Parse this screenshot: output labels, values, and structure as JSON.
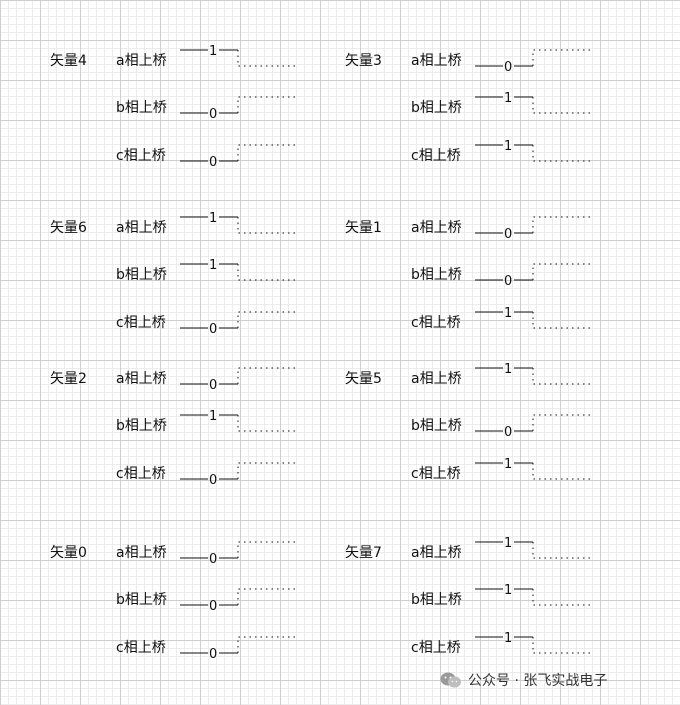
{
  "groups": [
    {
      "vector": "矢量4",
      "phases": [
        {
          "label": "a相上桥",
          "value": "1"
        },
        {
          "label": "b相上桥",
          "value": "0"
        },
        {
          "label": "c相上桥",
          "value": "0"
        }
      ]
    },
    {
      "vector": "矢量3",
      "phases": [
        {
          "label": "a相上桥",
          "value": "0"
        },
        {
          "label": "b相上桥",
          "value": "1"
        },
        {
          "label": "c相上桥",
          "value": "1"
        }
      ]
    },
    {
      "vector": "矢量6",
      "phases": [
        {
          "label": "a相上桥",
          "value": "1"
        },
        {
          "label": "b相上桥",
          "value": "1"
        },
        {
          "label": "c相上桥",
          "value": "0"
        }
      ]
    },
    {
      "vector": "矢量1",
      "phases": [
        {
          "label": "a相上桥",
          "value": "0"
        },
        {
          "label": "b相上桥",
          "value": "0"
        },
        {
          "label": "c相上桥",
          "value": "1"
        }
      ]
    },
    {
      "vector": "矢量2",
      "phases": [
        {
          "label": "a相上桥",
          "value": "0"
        },
        {
          "label": "b相上桥",
          "value": "1"
        },
        {
          "label": "c相上桥",
          "value": "0"
        }
      ]
    },
    {
      "vector": "矢量5",
      "phases": [
        {
          "label": "a相上桥",
          "value": "1"
        },
        {
          "label": "b相上桥",
          "value": "0"
        },
        {
          "label": "c相上桥",
          "value": "1"
        }
      ]
    },
    {
      "vector": "矢量0",
      "phases": [
        {
          "label": "a相上桥",
          "value": "0"
        },
        {
          "label": "b相上桥",
          "value": "0"
        },
        {
          "label": "c相上桥",
          "value": "0"
        }
      ]
    },
    {
      "vector": "矢量7",
      "phases": [
        {
          "label": "a相上桥",
          "value": "1"
        },
        {
          "label": "b相上桥",
          "value": "1"
        },
        {
          "label": "c相上桥",
          "value": "1"
        }
      ]
    }
  ],
  "watermark": {
    "text": "公众号 · 张飞实战电子",
    "icon": "wechat-icon"
  }
}
